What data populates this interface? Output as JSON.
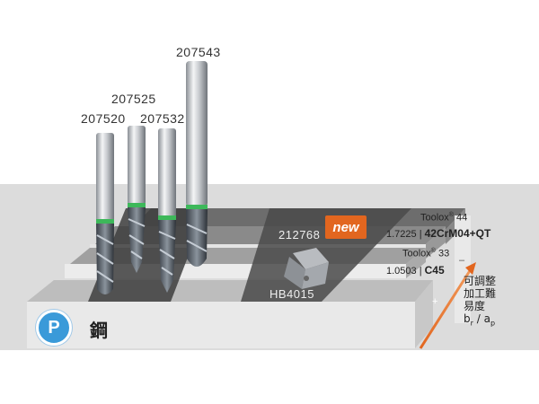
{
  "material_badge": "P",
  "material_label": "鋼",
  "tools": [
    {
      "id": "207520"
    },
    {
      "id": "207525"
    },
    {
      "id": "207532"
    },
    {
      "id": "207543"
    }
  ],
  "insert": {
    "id": "212768",
    "grade": "HB4015",
    "new_label": "new"
  },
  "materials": [
    {
      "name": "Toolox",
      "reg": "®",
      "value": "44"
    },
    {
      "code": "1.7225 |",
      "name": "42CrM04+QT"
    },
    {
      "name": "Toolox",
      "reg": "®",
      "value": "33"
    },
    {
      "code": "1.0503 |",
      "name": "C45"
    }
  ],
  "scale": {
    "minus": "–",
    "plus": "+"
  },
  "difficulty": {
    "line1": "可調整",
    "line2": "加工難",
    "line3": "易度",
    "line4_b": "b",
    "line4_r": "r",
    "line4_sep": " / a",
    "line4_p": "p"
  },
  "colors": {
    "accent": "#e2661f",
    "badge": "#3a9ad9",
    "ring": "#3db85a"
  }
}
